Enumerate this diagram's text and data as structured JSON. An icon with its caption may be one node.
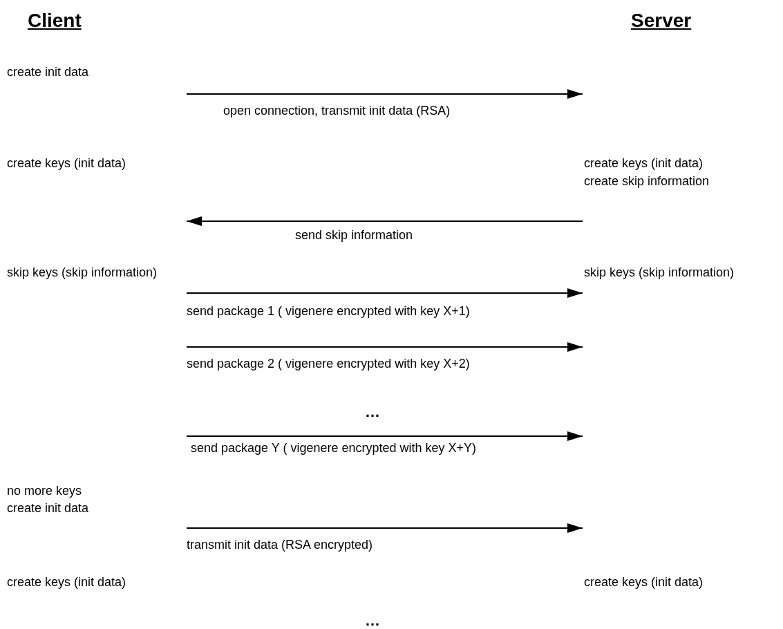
{
  "diagram": {
    "labels": [
      "Client",
      "Server",
      "create init data",
      "open connection, transmit init data (RSA)",
      "create keys (init data)",
      "create keys (init data)",
      "create skip information",
      "send skip information",
      "skip keys (skip information)",
      "skip keys (skip information)",
      "send package 1 ( vigenere encrypted with key X+1)",
      "send package 2 ( vigenere encrypted with key X+2)",
      "…",
      "send package Y ( vigenere encrypted with key X+Y)",
      "no more keys",
      "create init data",
      "transmit init data (RSA encrypted)",
      "create keys (init data)",
      "create keys (init data)",
      "…"
    ]
  }
}
